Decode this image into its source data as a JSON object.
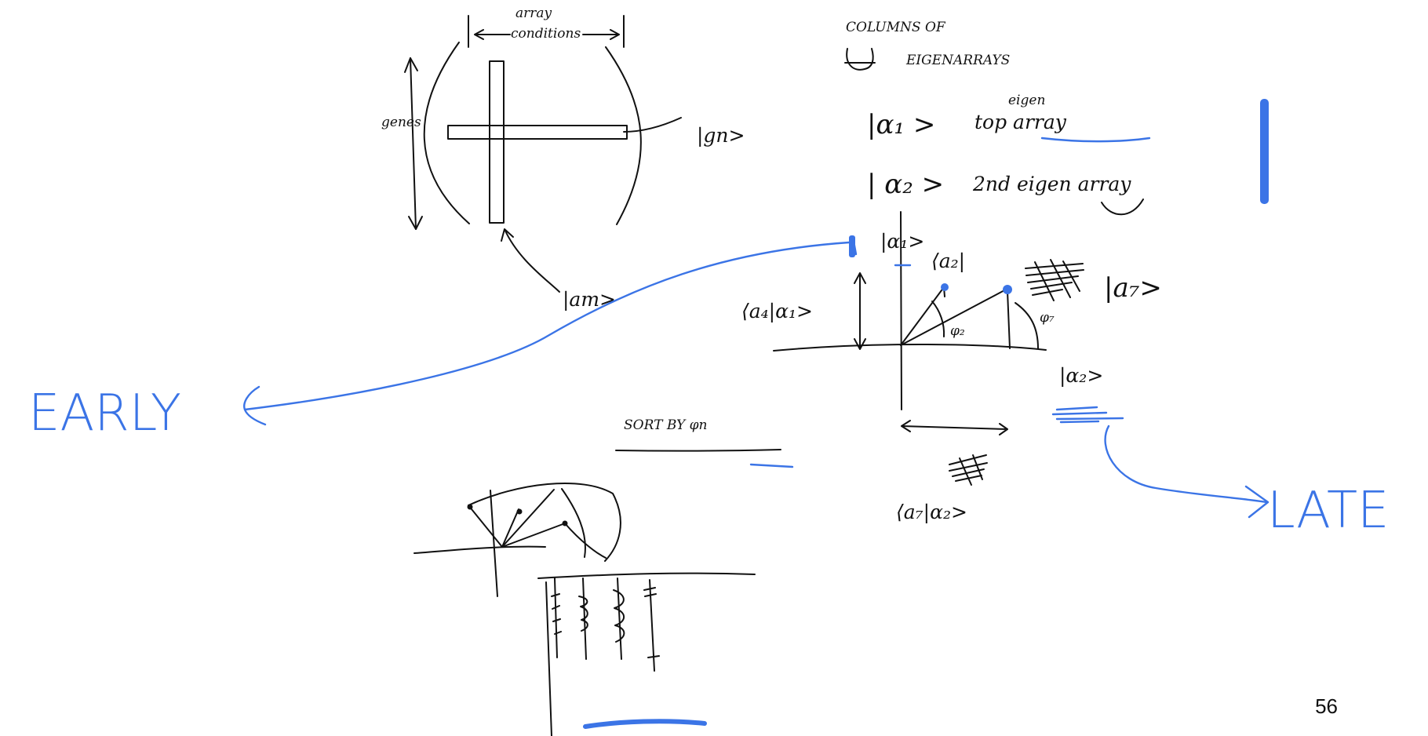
{
  "labels": {
    "array_conditions": "array\nconditions",
    "genes": "genes",
    "gn": "|gn>",
    "am": "|am>",
    "columns_of": "COLUMNS OF",
    "eigen_arrays": "EIGENARRAYS",
    "alpha1_top": "|α₁ >",
    "eigen_small": "eigen",
    "top_array": "top array",
    "alpha2": "| α₂ >",
    "second_eigen": "2nd eigen array",
    "alpha1_axis": "|α₁>",
    "bra_a2": "⟨a₂|",
    "ket_a7": "|a₇>",
    "proj_a_alpha1": "⟨a₄|α₁>",
    "phi2": "φ₂",
    "phi7": "φ₇",
    "alpha2_axis": "|α₂>",
    "proj_a7_alpha2": "⟨a₇|α₂>",
    "sort_by": "SORT BY φn",
    "early": "EARLY",
    "late": "LATE",
    "page_number": "56"
  },
  "colors": {
    "ink": "#111111",
    "annotation": "#3b74e6",
    "background": "#ffffff"
  }
}
